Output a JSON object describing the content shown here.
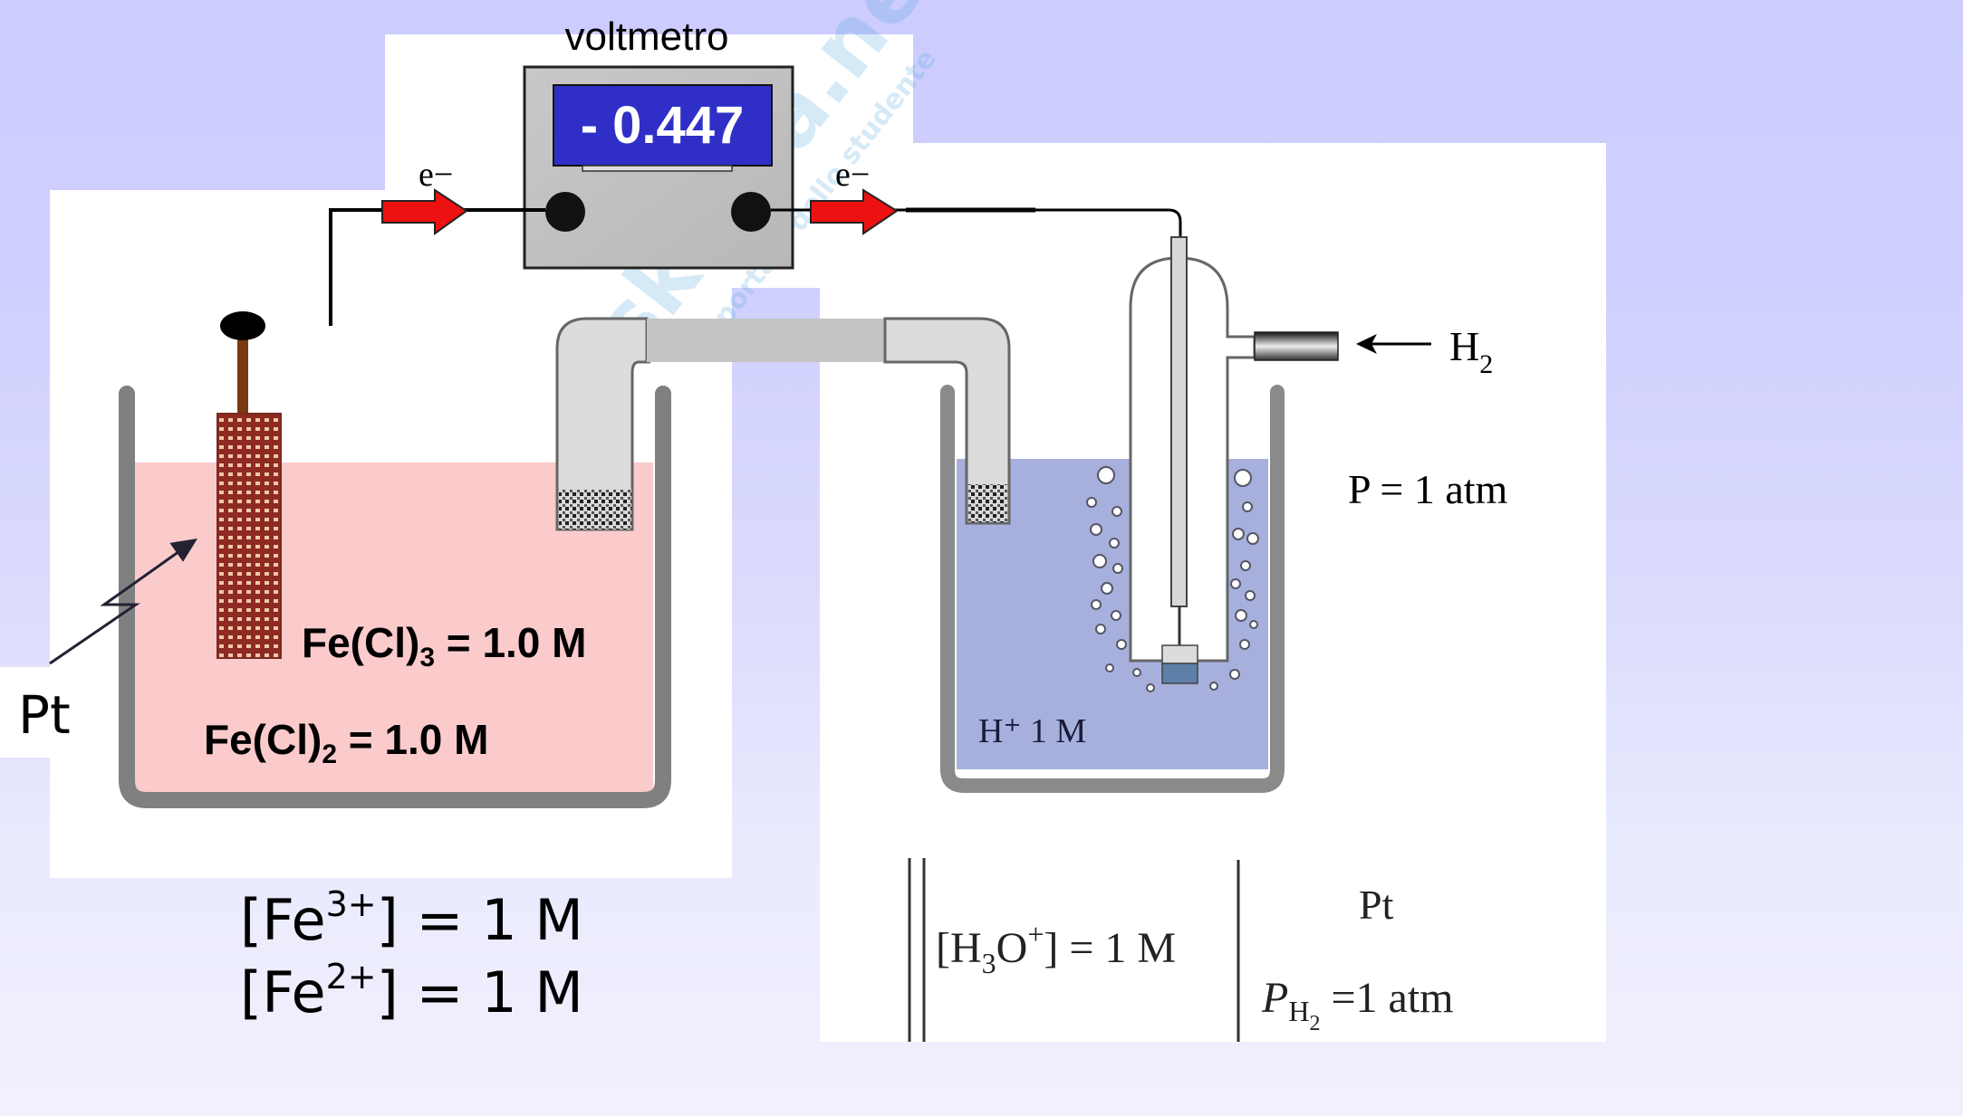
{
  "title": "voltmetro",
  "voltmeter": {
    "reading": "- 0.447",
    "display_color": "#2f2fc8"
  },
  "electron_labels": {
    "left": "e−",
    "right": "e−"
  },
  "left_cell": {
    "electrode_label": "Pt",
    "solution_line1": {
      "base": "Fe(Cl)",
      "sub": "3",
      "rest": " = 1.0 M"
    },
    "solution_line2": {
      "base": "Fe(Cl)",
      "sub": "2",
      "rest": " = 1.0 M"
    },
    "liquid_color": "#fbcbcc",
    "concentrations": [
      {
        "prefix": "[Fe",
        "sup": "3+",
        "suffix": "] = 1 M"
      },
      {
        "prefix": "[Fe",
        "sup": "2+",
        "suffix": "] = 1 M"
      }
    ]
  },
  "right_cell": {
    "gas_label": {
      "base": "H",
      "sub": "2"
    },
    "pressure": "P = 1 atm",
    "solution": "H⁺ 1 M",
    "liquid_color": "#a7b0dc",
    "notation": {
      "h3o": {
        "prefix": "[H",
        "sub": "3",
        "mid": "O",
        "sup": "+",
        "suffix": "] = 1 M"
      },
      "electrode": "Pt",
      "ph2": {
        "p": "P",
        "sub": "H",
        "subsub": "2",
        "rest": " =1 atm"
      }
    }
  },
  "watermark": {
    "brand": "skuola.net",
    "tagline": "il portale dello studente"
  }
}
